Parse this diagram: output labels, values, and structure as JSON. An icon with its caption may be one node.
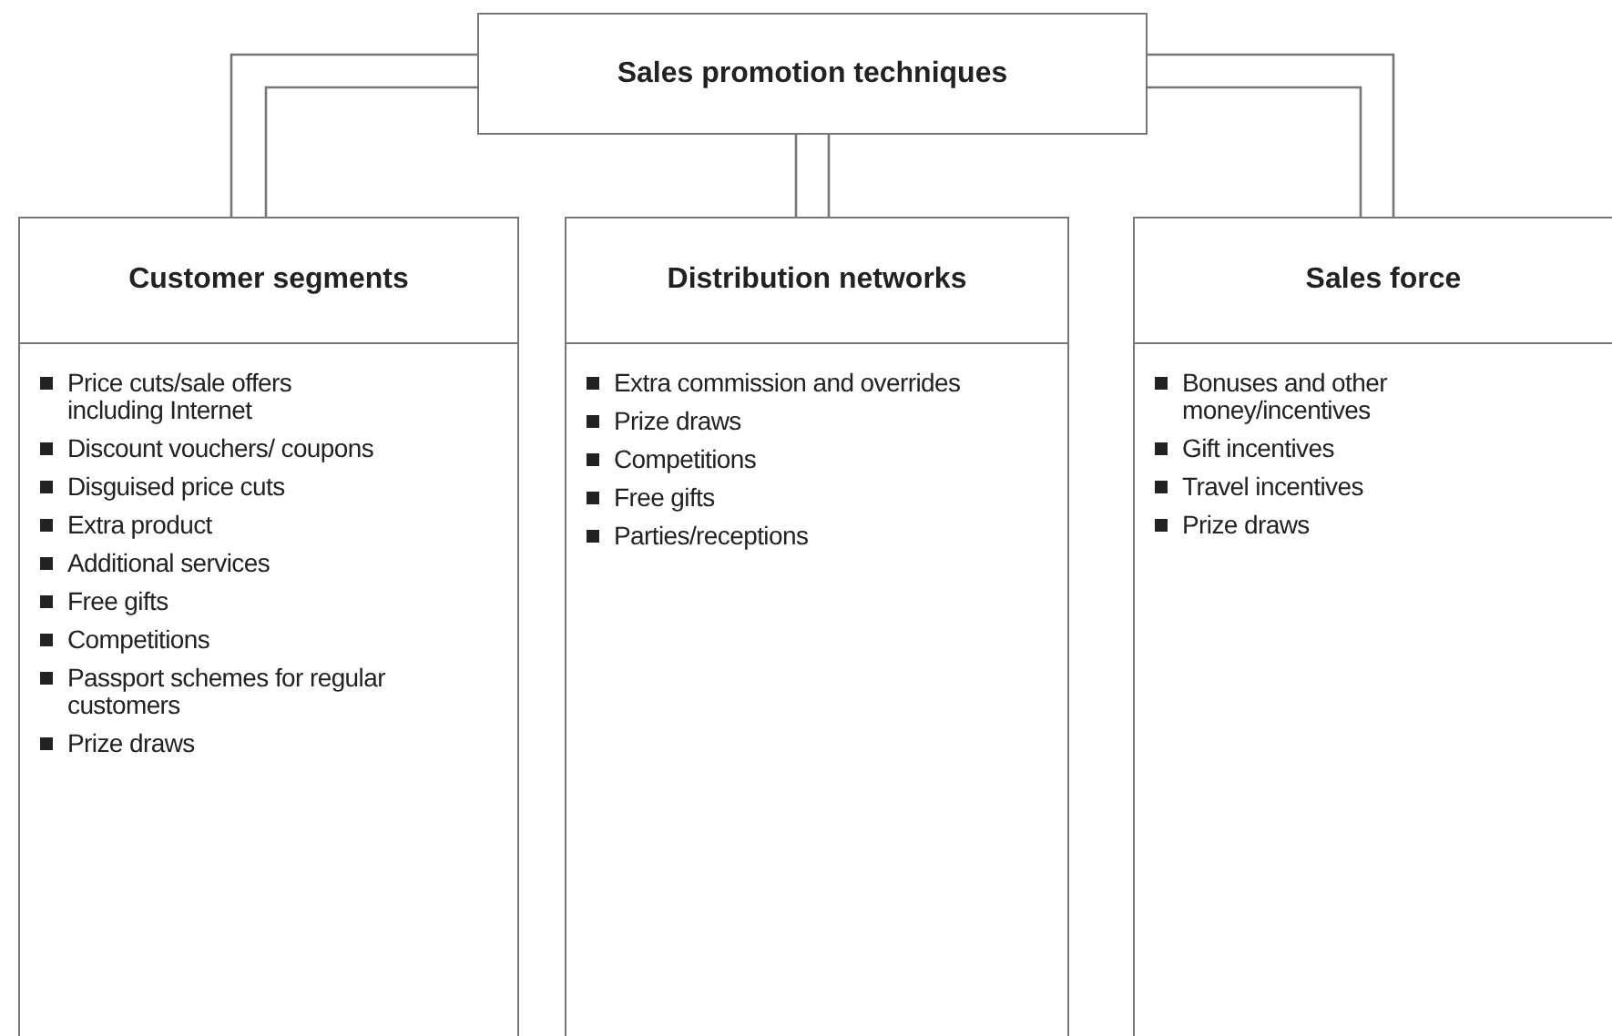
{
  "diagram": {
    "nodes": [
      {
        "text": [
          "Sales promotion techniques"
        ]
      },
      {
        "text": [
          "Customer segments",
          "Price cuts/sale offers including Internet",
          "Discount vouchers/ coupons",
          "Disguised price cuts",
          "Extra product",
          "Additional services",
          "Free gifts",
          "Competitions",
          "Passport schemes for regular customers",
          "Prize draws"
        ]
      },
      {
        "text": [
          "Distribution networks",
          "Extra commission and overrides",
          "Prize draws",
          "Competitions",
          "Free gifts",
          "Parties/receptions"
        ]
      },
      {
        "text": [
          "Sales force",
          "Bonuses and other money/incentives",
          "Gift incentives",
          "Travel incentives",
          "Prize draws"
        ]
      }
    ],
    "edges": [
      {
        "from": 0,
        "to": 1,
        "arrow": "none"
      },
      {
        "from": 0,
        "to": 2,
        "arrow": "none"
      },
      {
        "from": 0,
        "to": 3,
        "arrow": "none"
      }
    ]
  }
}
